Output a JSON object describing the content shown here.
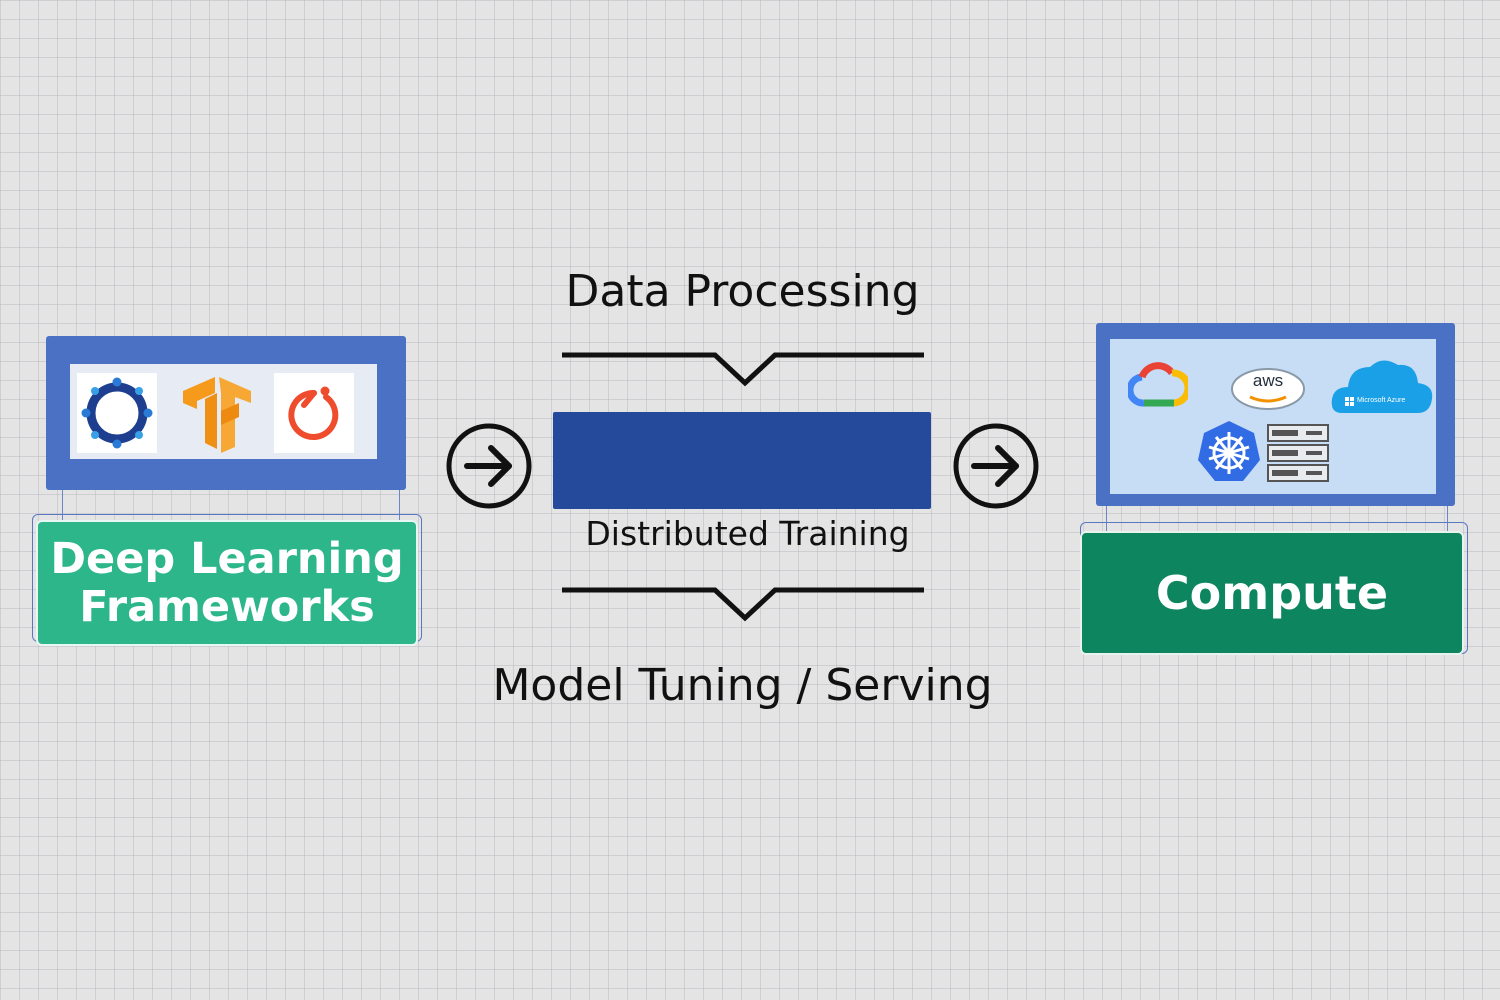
{
  "frameworks": {
    "label": "Deep Learning\nFrameworks",
    "icons": [
      "horovod-icon",
      "tensorflow-icon",
      "pytorch-icon"
    ],
    "colors": {
      "frame": "#4b71c4",
      "label_bg": "#2db68a"
    }
  },
  "center": {
    "top_label": "Data Processing",
    "middle_label": "Distributed Training",
    "bottom_label": "Model Tuning / Serving",
    "colors": {
      "bar": "#254a9c"
    }
  },
  "compute": {
    "label": "Compute",
    "icons": [
      "google-cloud-icon",
      "aws-icon",
      "azure-icon",
      "kubernetes-icon",
      "server-rack-icon"
    ],
    "aws_text": "aws",
    "azure_text": "Microsoft Azure",
    "colors": {
      "frame": "#4b71c4",
      "label_bg": "#0d8660"
    }
  },
  "arrows": [
    "arrow-right-icon",
    "arrow-right-icon"
  ]
}
